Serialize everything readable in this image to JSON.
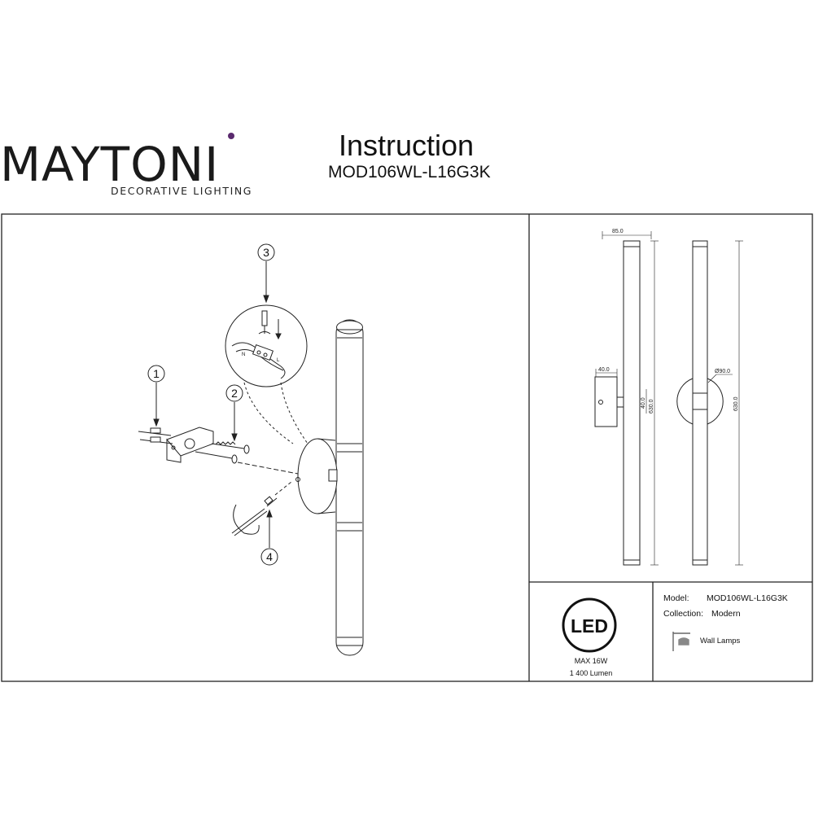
{
  "brand": {
    "name": "MAYTONI",
    "tagline": "DECORATIVE LIGHTING"
  },
  "document": {
    "title": "Instruction",
    "model_code": "MOD106WL-L16G3K"
  },
  "assembly": {
    "steps": [
      "1",
      "2",
      "3",
      "4"
    ],
    "wire_labels": {
      "l": "L",
      "n": "N"
    }
  },
  "dimensions": {
    "base_width": "85.0",
    "base_depth": "40.0",
    "base_height": "40.0",
    "height_front": "630.0",
    "height_side": "630.0",
    "diameter": "Ø90.0"
  },
  "specs": {
    "badge": "LED",
    "power": "MAX 16W",
    "lumen": "1 400 Lumen"
  },
  "info": {
    "model_label": "Model:",
    "model_value": "MOD106WL-L16G3K",
    "collection_label": "Collection:",
    "collection_value": "Modern",
    "category": "Wall Lamps",
    "category_icon": "wall-lamp-icon"
  }
}
